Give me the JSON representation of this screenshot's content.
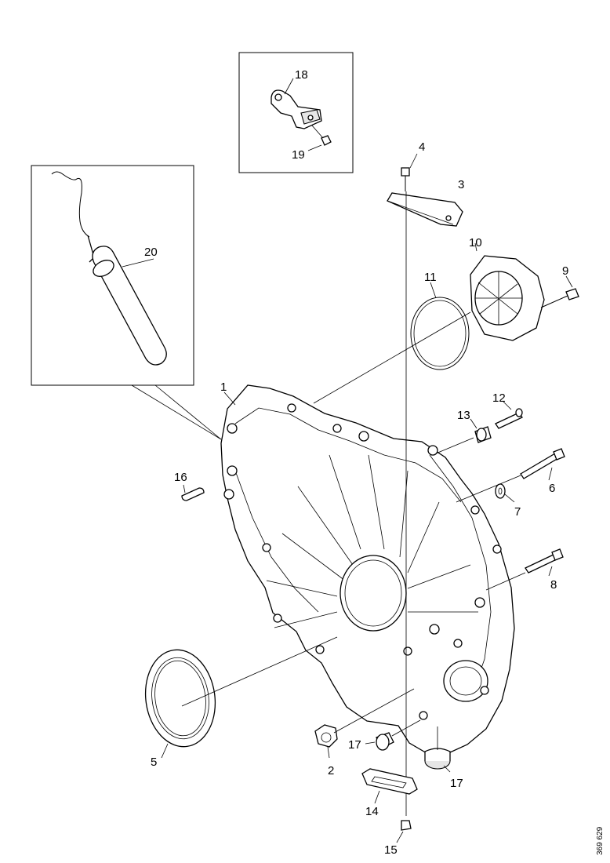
{
  "reference_number": "369 629",
  "callouts": {
    "c1": "1",
    "c2": "2",
    "c3": "3",
    "c4": "4",
    "c5": "5",
    "c6": "6",
    "c7": "7",
    "c8": "8",
    "c9": "9",
    "c10": "10",
    "c11": "11",
    "c12": "12",
    "c13": "13",
    "c14": "14",
    "c15": "15",
    "c16": "16",
    "c17a": "17",
    "c17b": "17",
    "c18": "18",
    "c19": "19",
    "c20": "20"
  }
}
